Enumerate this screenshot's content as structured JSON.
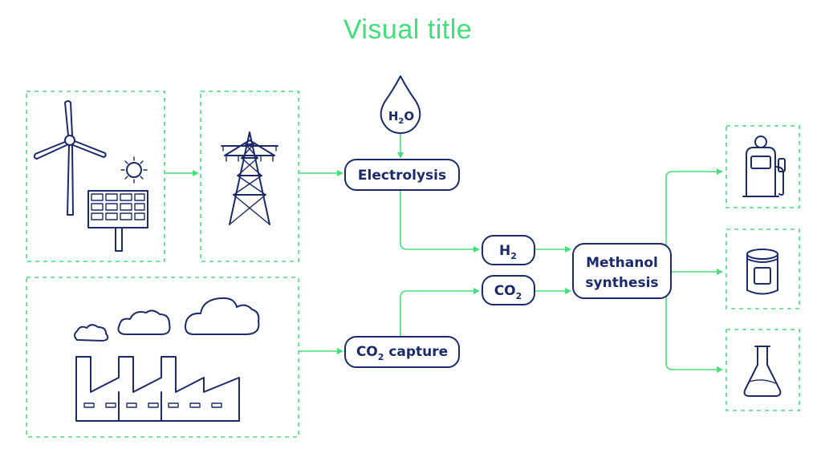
{
  "title": "Visual title",
  "accent_color": "#46e07a",
  "node_color": "#1b2a6b",
  "nodes": {
    "water": {
      "main": "H",
      "sub": "2",
      "tail": "O"
    },
    "electrolysis": {
      "label": "Electrolysis"
    },
    "hydrogen": {
      "main": "H",
      "sub": "2"
    },
    "carbon_dioxide": {
      "main": "CO",
      "sub": "2"
    },
    "co2_capture": {
      "main": "CO",
      "sub": "2",
      "tail": " capture"
    },
    "methanol_synthesis": {
      "line1": "Methanol",
      "line2": "synthesis"
    }
  },
  "icons": [
    "wind-turbine-icon",
    "sun-icon",
    "solar-panel-icon",
    "power-pylon-icon",
    "water-drop-icon",
    "cloud-icon",
    "factory-icon",
    "fuel-pump-icon",
    "drum-icon",
    "flask-icon"
  ]
}
